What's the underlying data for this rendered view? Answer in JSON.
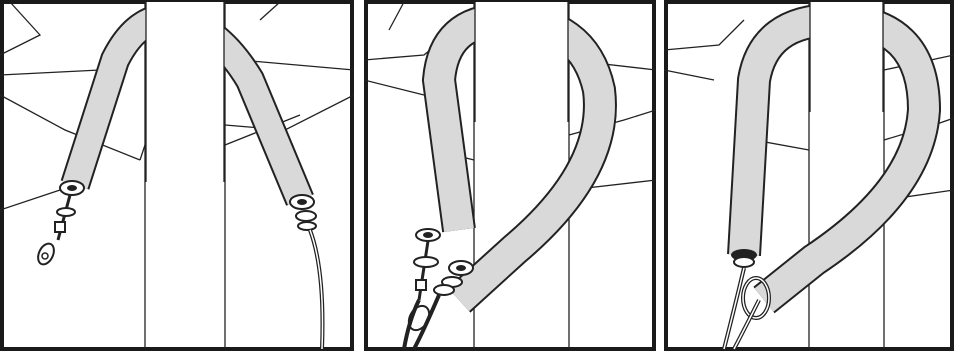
{
  "figure": {
    "panels": [
      {
        "id": "step-1",
        "description_visible": false
      },
      {
        "id": "step-2",
        "description_visible": false
      },
      {
        "id": "step-3",
        "description_visible": false
      }
    ],
    "colors": {
      "frame": "#1a1a1a",
      "line": "#222222",
      "sling_fill": "#d9d9d9",
      "background": "#ffffff"
    }
  }
}
